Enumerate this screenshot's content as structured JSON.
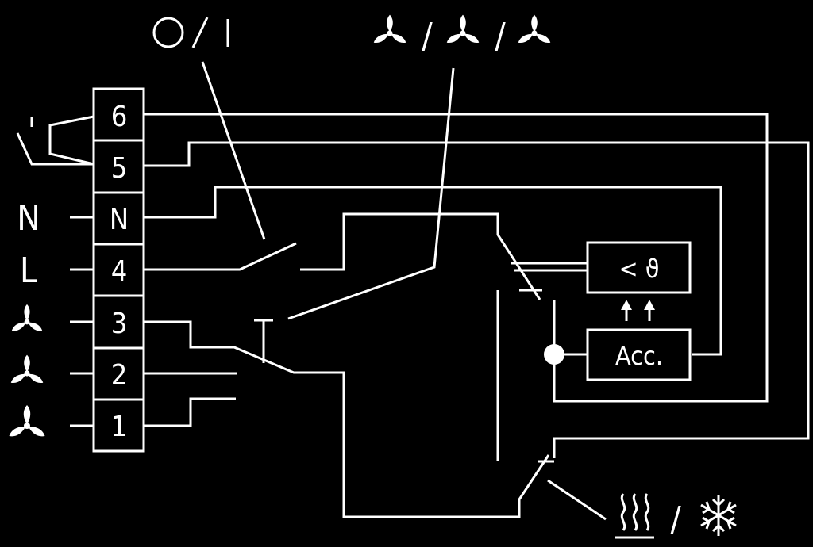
{
  "colors": {
    "background": "#000000",
    "line": "#ffffff"
  },
  "labels": {
    "on_off": "O/I",
    "fan_speed_selector_slashes": [
      "/",
      "/"
    ],
    "heat_cool_slash": "/",
    "neutral": "N",
    "live": "L",
    "thermostat": "< ϑ",
    "accessory": "Acc."
  },
  "terminals": [
    "6",
    "5",
    "N",
    "4",
    "3",
    "2",
    "1"
  ],
  "icons": {
    "fan_speed": "fan-icon",
    "heating": "heating-icon",
    "cooling": "snowflake-icon",
    "switch": "switch-icon"
  }
}
